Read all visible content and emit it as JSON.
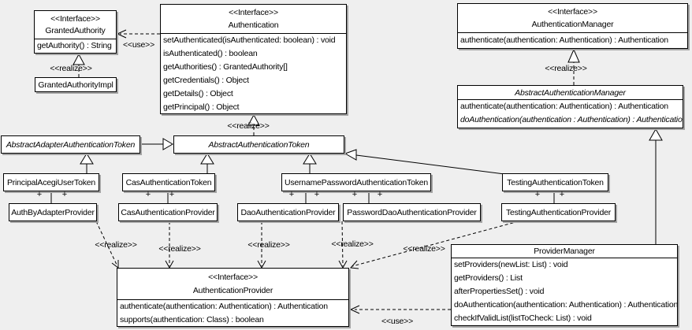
{
  "diagram": {
    "labels": {
      "realize": "<<realize>>",
      "use": "<<use>>",
      "plus": "+"
    },
    "classes": {
      "granted_authority": {
        "stereotype": "<<Interface>>",
        "name": "GrantedAuthority",
        "methods": [
          "getAuthority() : String"
        ]
      },
      "granted_authority_impl": {
        "name": "GrantedAuthorityImpl"
      },
      "authentication": {
        "stereotype": "<<Interface>>",
        "name": "Authentication",
        "methods": [
          "setAuthenticated(isAuthenticated: boolean) : void",
          "isAuthenticated() : boolean",
          "getAuthorities() : GrantedAuthority[]",
          "getCredentials() : Object",
          "getDetails() : Object",
          "getPrincipal() : Object"
        ]
      },
      "authentication_manager": {
        "stereotype": "<<Interface>>",
        "name": "AuthenticationManager",
        "methods": [
          "authenticate(authentication: Authentication) : Authentication"
        ]
      },
      "abstract_authentication_manager": {
        "name": "AbstractAuthenticationManager",
        "methods": [
          "authenticate(authentication: Authentication) : Authentication",
          "doAuthentication(authentication : Authentication) : Authentication"
        ]
      },
      "abstract_adapter_authentication_token": {
        "name": "AbstractAdapterAuthenticationToken"
      },
      "abstract_authentication_token": {
        "name": "AbstractAuthenticationToken"
      },
      "principal_acegi_user_token": {
        "name": "PrincipalAcegiUserToken"
      },
      "cas_authentication_token": {
        "name": "CasAuthenticationToken"
      },
      "username_password_authentication_token": {
        "name": "UsernamePasswordAuthenticationToken"
      },
      "testing_authentication_token": {
        "name": "TestingAuthenticationToken"
      },
      "auth_by_adapter_provider": {
        "name": "AuthByAdapterProvider"
      },
      "cas_authentication_provider": {
        "name": "CasAuthenticationProvider"
      },
      "dao_authentication_provider": {
        "name": "DaoAuthenticationProvider"
      },
      "password_dao_authentication_provider": {
        "name": "PasswordDaoAuthenticationProvider"
      },
      "testing_authentication_provider": {
        "name": "TestingAuthenticationProvider"
      },
      "authentication_provider": {
        "stereotype": "<<Interface>>",
        "name": "AuthenticationProvider",
        "methods": [
          "authenticate(authentication: Authentication) : Authentication",
          "supports(authentication: Class) : boolean"
        ]
      },
      "provider_manager": {
        "name": "ProviderManager",
        "methods": [
          "setProviders(newList: List) : void",
          "getProviders() : List",
          "afterPropertiesSet() : void",
          "doAuthentication(authentication: Authentication) : Authentication",
          "checkIfValidList(listToCheck: List) : void"
        ]
      }
    }
  }
}
